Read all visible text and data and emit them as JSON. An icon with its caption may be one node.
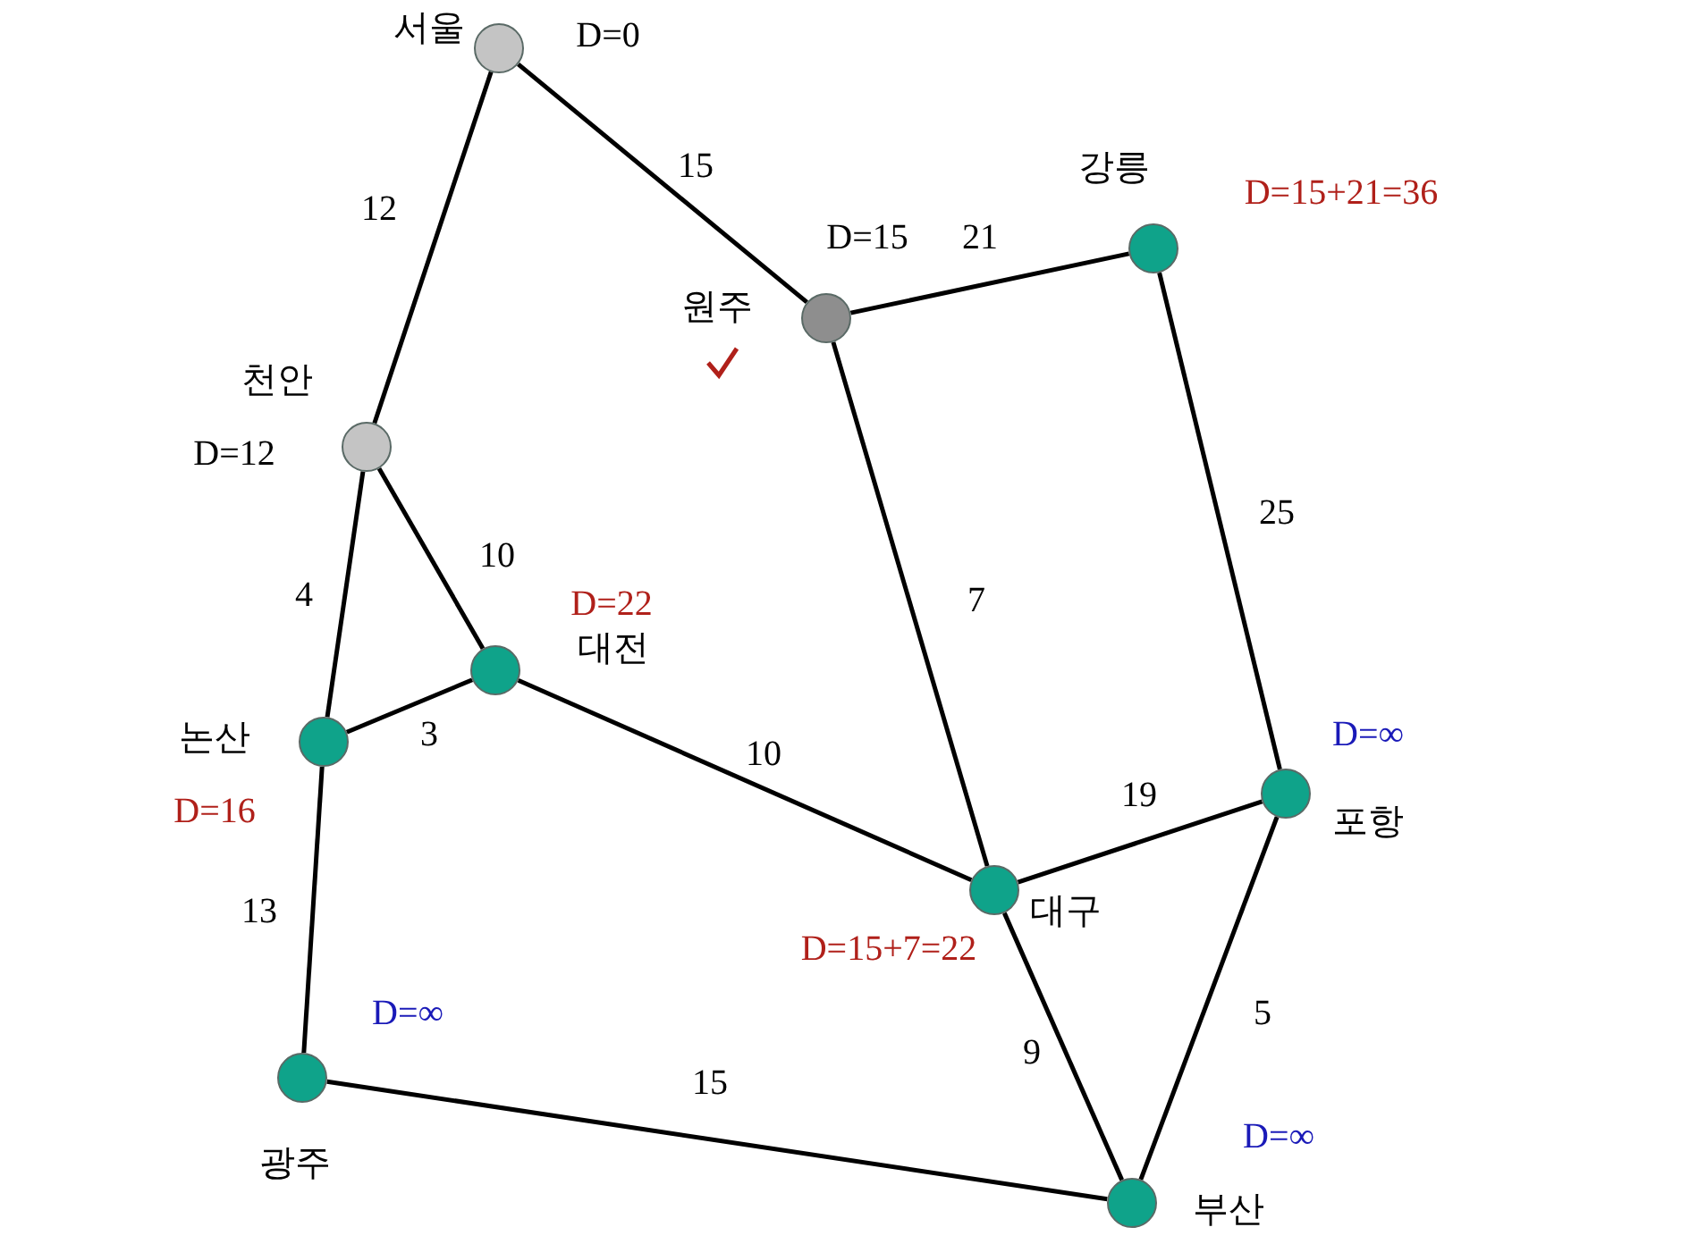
{
  "diagram": {
    "nodes": [
      {
        "text": [
          "서울"
        ],
        "beside": [
          "D=0"
        ]
      },
      {
        "text": [
          "원주"
        ],
        "beside": [
          "D=15"
        ]
      },
      {
        "text": [
          "강릉"
        ],
        "beside": [
          "D=15+21=36"
        ]
      },
      {
        "text": [
          "천안"
        ],
        "beside": [
          "D=12"
        ]
      },
      {
        "text": [
          "대전"
        ],
        "beside": [
          "D=22"
        ]
      },
      {
        "text": [
          "논산"
        ],
        "beside": [
          "D=16"
        ]
      },
      {
        "text": [
          "대구"
        ],
        "beside": [
          "D=15+7=22"
        ]
      },
      {
        "text": [
          "포항"
        ],
        "beside": [
          "D=∞"
        ]
      },
      {
        "text": [
          "광주"
        ],
        "beside": [
          "D=∞"
        ]
      },
      {
        "text": [
          "부산"
        ],
        "beside": [
          "D=∞"
        ]
      }
    ],
    "edges": [
      {
        "from": 0,
        "to": 1,
        "arrow": "none",
        "label": "15"
      },
      {
        "from": 0,
        "to": 3,
        "arrow": "none",
        "label": "12"
      },
      {
        "from": 1,
        "to": 2,
        "arrow": "none",
        "label": "21"
      },
      {
        "from": 1,
        "to": 6,
        "arrow": "none",
        "label": "7"
      },
      {
        "from": 2,
        "to": 7,
        "arrow": "none",
        "label": "25"
      },
      {
        "from": 3,
        "to": 4,
        "arrow": "none",
        "label": "10"
      },
      {
        "from": 3,
        "to": 5,
        "arrow": "none",
        "label": "4"
      },
      {
        "from": 5,
        "to": 4,
        "arrow": "none",
        "label": "3"
      },
      {
        "from": 4,
        "to": 6,
        "arrow": "none",
        "label": "10"
      },
      {
        "from": 6,
        "to": 7,
        "arrow": "none",
        "label": "19"
      },
      {
        "from": 5,
        "to": 8,
        "arrow": "none",
        "label": "13"
      },
      {
        "from": 8,
        "to": 9,
        "arrow": "none",
        "label": "15"
      },
      {
        "from": 6,
        "to": 9,
        "arrow": "none",
        "label": "9"
      },
      {
        "from": 7,
        "to": 9,
        "arrow": "none",
        "label": "5"
      }
    ]
  }
}
